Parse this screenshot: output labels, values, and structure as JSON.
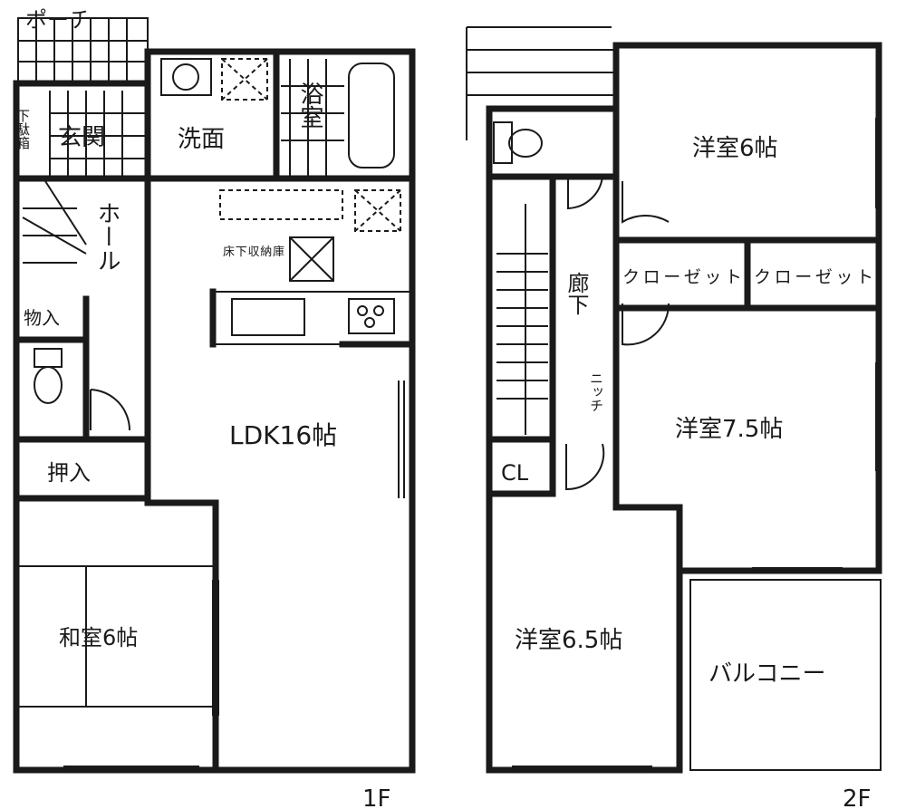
{
  "floor1": {
    "label": "1F",
    "rooms": {
      "porch": "ポーチ",
      "shoe_box": "下駄箱",
      "entrance": "玄関",
      "washroom": "洗面",
      "bathroom": "浴室",
      "hall": "ホール",
      "storage": "物入",
      "underfloor_storage": "床下収納庫",
      "ldk": "LDK16帖",
      "closet": "押入",
      "japanese_room": "和室6帖"
    }
  },
  "floor2": {
    "label": "2F",
    "rooms": {
      "western_room_6": "洋室6帖",
      "closet_1": "クローゼット",
      "closet_2": "クローゼット",
      "corridor": "廊下",
      "niche": "ニッチ",
      "cl": "CL",
      "western_room_75": "洋室7.5帖",
      "western_room_65": "洋室6.5帖",
      "balcony": "バルコニー"
    }
  }
}
